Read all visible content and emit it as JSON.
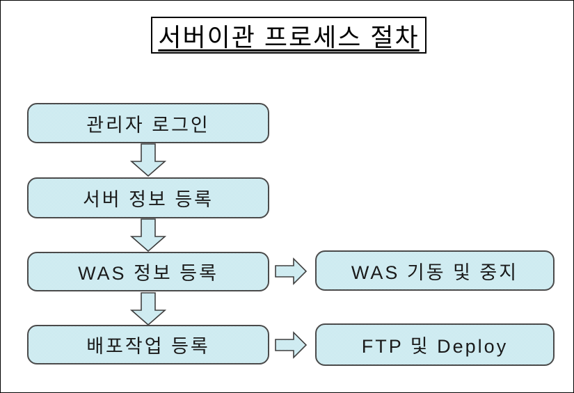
{
  "page": {
    "title": "서버이관 프로세스 절차"
  },
  "flow": {
    "steps": [
      {
        "label": "관리자 로그인"
      },
      {
        "label": "서버 정보 등록"
      },
      {
        "label": "WAS 정보 등록",
        "side": "WAS 기동 및 중지"
      },
      {
        "label": "배포작업 등록",
        "side": "FTP 및 Deploy"
      }
    ]
  },
  "icons": {
    "down_arrow": "down-arrow-icon",
    "right_arrow": "right-arrow-icon"
  },
  "colors": {
    "box_fill_dither_accent": "#9fd8e3",
    "box_fill_dither_base": "#ffffff",
    "box_border": "#4a4a4a",
    "title_border": "#000000",
    "page_border": "#000000",
    "text": "#000000"
  }
}
